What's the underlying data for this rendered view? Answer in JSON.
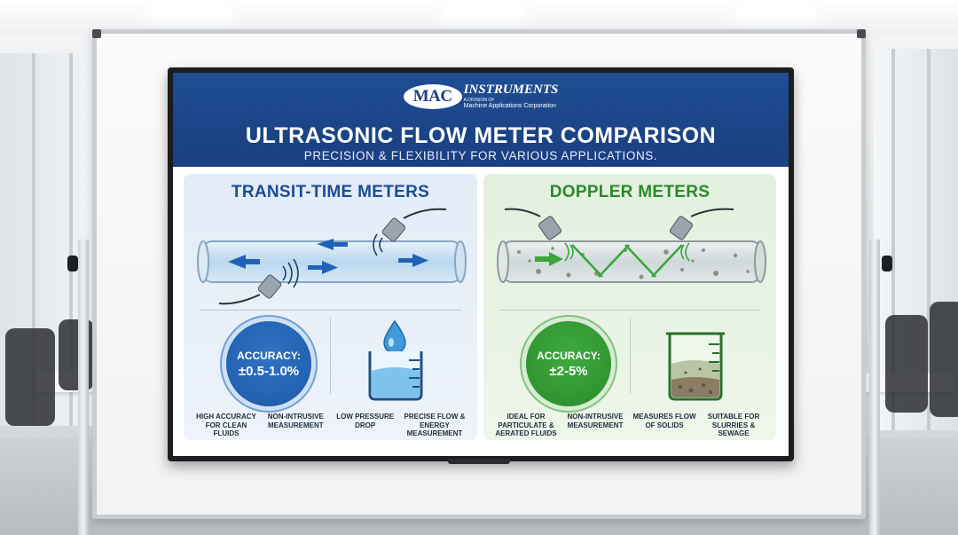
{
  "brand": {
    "logo_mark": "MAC",
    "logo_name": "INSTRUMENTS",
    "logo_division": "A DIVISION OF",
    "logo_parent": "Machine Applications Corporation"
  },
  "header": {
    "title": "ULTRASONIC FLOW METER COMPARISON",
    "subtitle": "PRECISION & FLEXIBILITY FOR VARIOUS APPLICATIONS."
  },
  "panels": {
    "transit": {
      "title": "TRANSIT-TIME METERS",
      "accuracy_label": "ACCURACY:",
      "accuracy_value": "±0.5-1.0%",
      "icon": "water-drop-beaker-icon",
      "features": [
        "HIGH ACCURACY FOR CLEAN FLUIDS",
        "NON-INTRUSIVE MEASUREMENT",
        "LOW PRESSURE DROP",
        "PRECISE FLOW & ENERGY MEASUREMENT"
      ]
    },
    "doppler": {
      "title": "DOPPLER METERS",
      "accuracy_label": "ACCURACY:",
      "accuracy_value": "±2-5%",
      "icon": "sediment-beaker-icon",
      "features": [
        "IDEAL FOR PARTICULATE & AERATED FLUIDS",
        "NON-INTRUSIVE MEASUREMENT",
        "MEASURES FLOW OF SOLIDS",
        "SUITABLE FOR SLURRIES & SEWAGE"
      ]
    }
  },
  "colors": {
    "header_blue": "#1f4d94",
    "transit_blue": "#1d5aa8",
    "doppler_green": "#2a8d2c"
  }
}
